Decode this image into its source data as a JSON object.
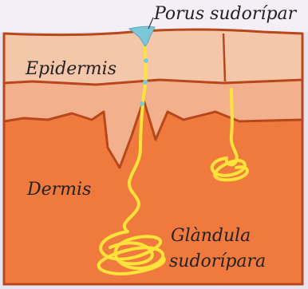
{
  "labels": {
    "porus": "Porus sudorípar",
    "epidermis": "Epidermis",
    "dermis": "Dermis",
    "gland_line1": "Glàndula",
    "gland_line2": "sudorípara"
  },
  "colors": {
    "background": "#e8e4ef",
    "epidermis_top": "#f5c7aa",
    "epidermis_lower": "#f2b08c",
    "dermis": "#f07a3e",
    "outline": "#b8481c",
    "duct": "#ffe33a",
    "pore": "#7cc8d8"
  }
}
